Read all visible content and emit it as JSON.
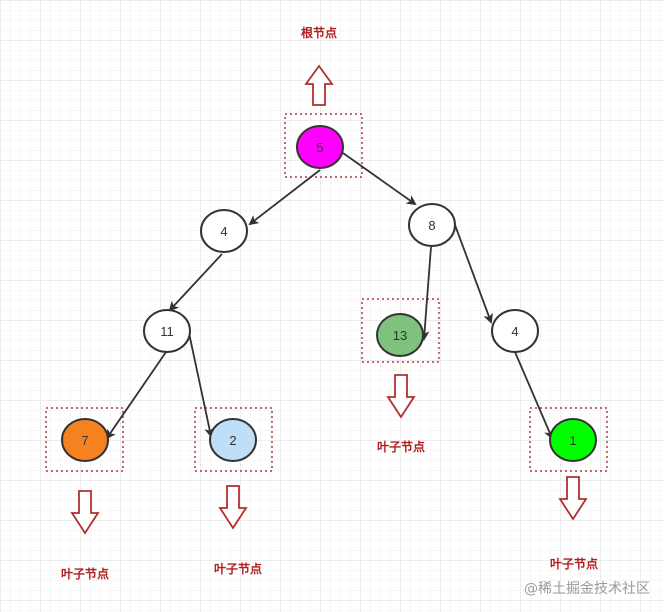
{
  "captions": {
    "root": "根节点",
    "leaf": "叶子节点"
  },
  "nodes": {
    "n5": {
      "label": "5",
      "fill": "#ff00ff"
    },
    "n4_left": {
      "label": "4",
      "fill": "#ffffff"
    },
    "n8": {
      "label": "8",
      "fill": "#ffffff"
    },
    "n11": {
      "label": "11",
      "fill": "#ffffff"
    },
    "n13": {
      "label": "13",
      "fill": "#7ec27e"
    },
    "n4_right": {
      "label": "4",
      "fill": "#ffffff"
    },
    "n7": {
      "label": "7",
      "fill": "#f5821f"
    },
    "n2": {
      "label": "2",
      "fill": "#bfdff8"
    },
    "n1": {
      "label": "1",
      "fill": "#00ff00"
    }
  },
  "colors": {
    "edge": "#333333",
    "highlight_box": "#a83a3a",
    "arrow": "#b03030",
    "caption": "#b02020"
  },
  "watermark": "@稀土掘金技术社区"
}
